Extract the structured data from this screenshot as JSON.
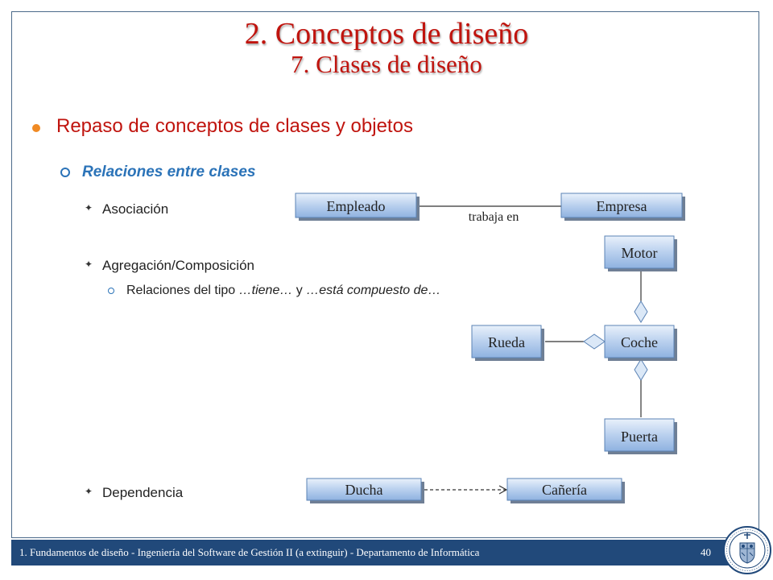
{
  "slide": {
    "title": "2. Conceptos de diseño",
    "subtitle": "7. Clases de diseño",
    "bullet1": "Repaso de conceptos de clases y objetos",
    "bullet2": "Relaciones entre clases",
    "items": {
      "asociacion": "Asociación",
      "agregacion": "Agregación/Composición",
      "dependencia": "Dependencia"
    },
    "sub": {
      "prefix": "Relaciones del tipo ",
      "tiene": "…tiene…",
      "mid": " y ",
      "compuesto": "…está compuesto de…"
    }
  },
  "diagram": {
    "empleado": "Empleado",
    "empresa": "Empresa",
    "trabaja_en": "trabaja en",
    "motor": "Motor",
    "rueda": "Rueda",
    "coche": "Coche",
    "puerta": "Puerta",
    "ducha": "Ducha",
    "caneria": "Cañería"
  },
  "footer": {
    "text": "1. Fundamentos de diseño - Ingeniería del Software de Gestión II (a extinguir) - Departamento de Informática",
    "page": "40"
  },
  "colors": {
    "title": "#c0140e",
    "accent_blue": "#2b73b8",
    "footer_bg": "#21497a",
    "bullet_orange": "#f08a24"
  }
}
